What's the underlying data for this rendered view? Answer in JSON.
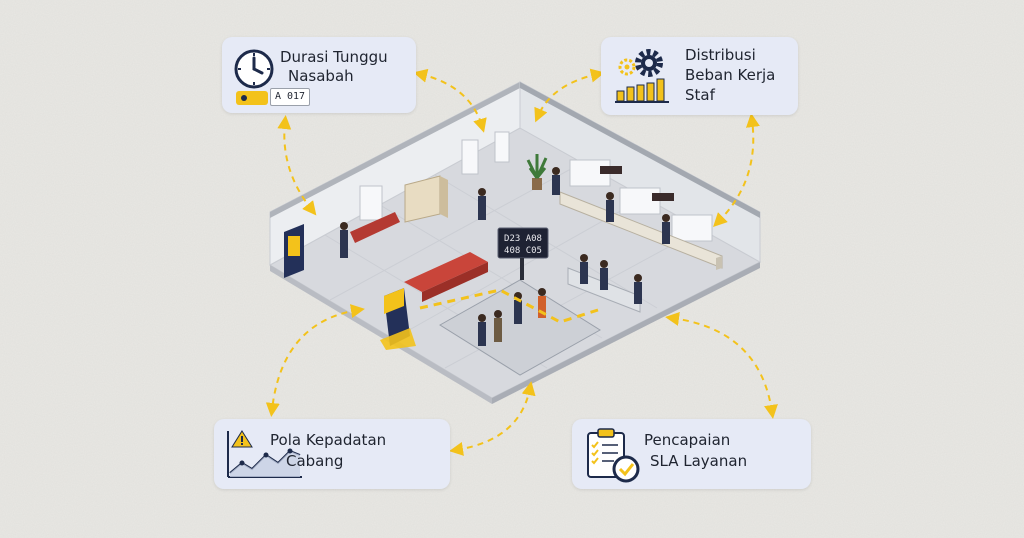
{
  "cards": {
    "wait": {
      "line1": "Durasi Tunggu",
      "line2": "Nasabah",
      "ticket": "A 017"
    },
    "workload": {
      "line1": "Distribusi",
      "line2": "Beban Kerja",
      "line3": "Staf"
    },
    "density": {
      "line1": "Pola Kepadatan",
      "line2": "Cabang"
    },
    "sla": {
      "line1": "Pencapaian",
      "line2": "SLA Layanan"
    }
  },
  "display_board": {
    "line1": "D23  A08",
    "line2": "408  C05"
  },
  "icons": [
    "clock-icon",
    "gear-bar-chart-icon",
    "warning-line-chart-icon",
    "clipboard-check-icon"
  ],
  "colors": {
    "accent": "#f3c21b",
    "card_bg": "#e6eaf6",
    "text": "#1f2430",
    "navy": "#1d2a4a"
  }
}
